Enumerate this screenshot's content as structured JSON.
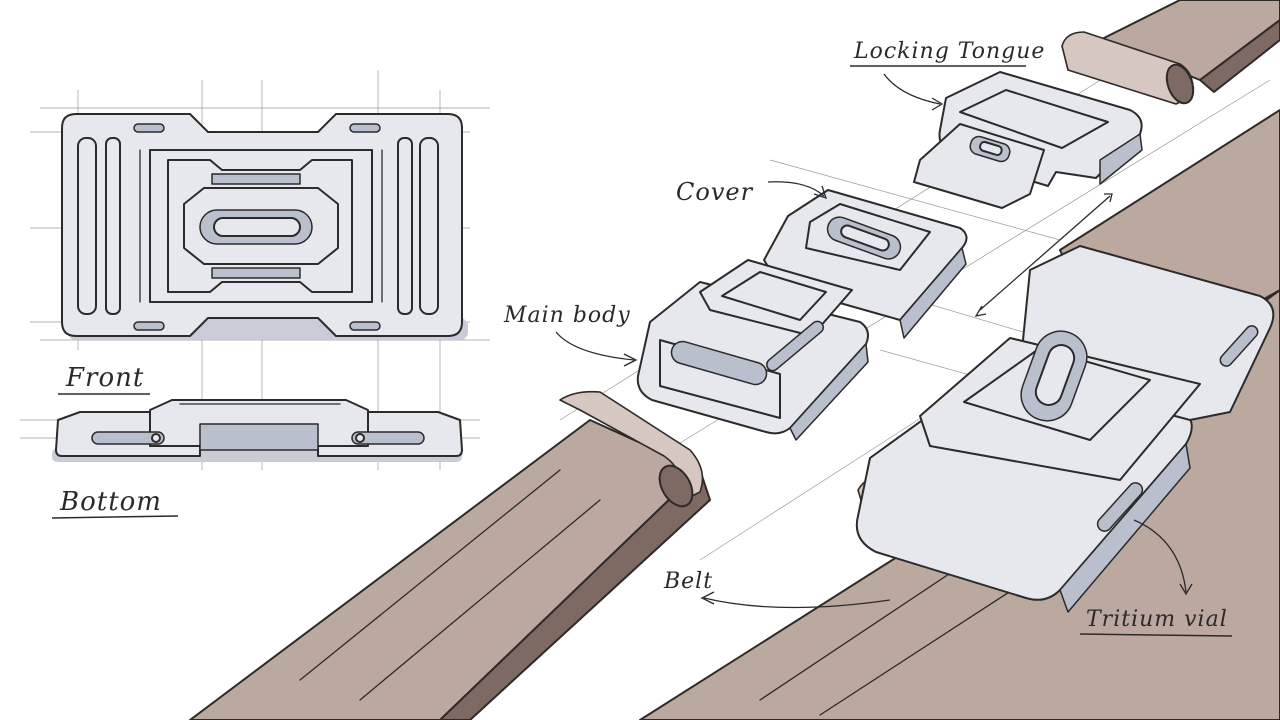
{
  "labels": {
    "front": "Front",
    "bottom": "Bottom",
    "locking_tongue": "Locking Tongue",
    "cover": "Cover",
    "main_body": "Main body",
    "belt": "Belt",
    "tritium_vial": "Tritium vial"
  },
  "colors": {
    "metal": "#e6e8ee",
    "metal_shade": "#b9bfcc",
    "belt": "#bba89e",
    "belt_dark": "#7d6a62",
    "ink": "#2b2b2b"
  }
}
